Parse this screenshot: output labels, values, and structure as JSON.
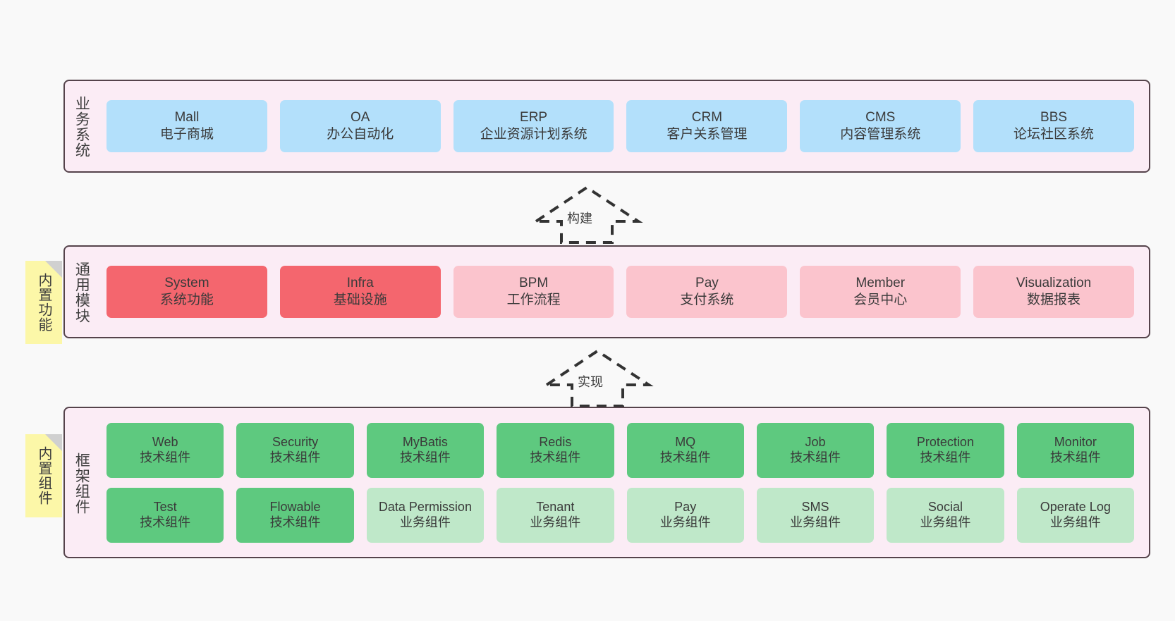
{
  "diagram": {
    "background": "#f9f9f9",
    "panel_bg": "#fbecf5",
    "panel_border": "#55434b"
  },
  "business_layer": {
    "title": "业务系统",
    "color": "#b3e0fb",
    "cards": [
      {
        "en": "Mall",
        "cn": "电子商城"
      },
      {
        "en": "OA",
        "cn": "办公自动化"
      },
      {
        "en": "ERP",
        "cn": "企业资源计划系统"
      },
      {
        "en": "CRM",
        "cn": "客户关系管理"
      },
      {
        "en": "CMS",
        "cn": "内容管理系统"
      },
      {
        "en": "BBS",
        "cn": "论坛社区系统"
      }
    ]
  },
  "arrow_build": {
    "label": "构建"
  },
  "arrow_impl": {
    "label": "实现"
  },
  "note_function": {
    "label": "内置功能",
    "color": "#fcf7a8"
  },
  "note_component": {
    "label": "内置组件",
    "color": "#fcf7a8"
  },
  "common_layer": {
    "title": "通用模块",
    "strong_color": "#f4666e",
    "soft_color": "#fbc4cd",
    "cards": [
      {
        "en": "System",
        "cn": "系统功能",
        "style": "strong"
      },
      {
        "en": "Infra",
        "cn": "基础设施",
        "style": "strong"
      },
      {
        "en": "BPM",
        "cn": "工作流程",
        "style": "soft"
      },
      {
        "en": "Pay",
        "cn": "支付系统",
        "style": "soft"
      },
      {
        "en": "Member",
        "cn": "会员中心",
        "style": "soft"
      },
      {
        "en": "Visualization",
        "cn": "数据报表",
        "style": "soft"
      }
    ]
  },
  "framework_layer": {
    "title": "框架组件",
    "tech_color": "#5ec97f",
    "biz_color": "#bfe8c9",
    "row1": [
      {
        "en": "Web",
        "cn": "技术组件"
      },
      {
        "en": "Security",
        "cn": "技术组件"
      },
      {
        "en": "MyBatis",
        "cn": "技术组件"
      },
      {
        "en": "Redis",
        "cn": "技术组件"
      },
      {
        "en": "MQ",
        "cn": "技术组件"
      },
      {
        "en": "Job",
        "cn": "技术组件"
      },
      {
        "en": "Protection",
        "cn": "技术组件"
      },
      {
        "en": "Monitor",
        "cn": "技术组件"
      }
    ],
    "row2": [
      {
        "en": "Test",
        "cn": "技术组件",
        "style": "tech"
      },
      {
        "en": "Flowable",
        "cn": "技术组件",
        "style": "tech"
      },
      {
        "en": "Data Permission",
        "cn": "业务组件",
        "style": "biz"
      },
      {
        "en": "Tenant",
        "cn": "业务组件",
        "style": "biz"
      },
      {
        "en": "Pay",
        "cn": "业务组件",
        "style": "biz"
      },
      {
        "en": "SMS",
        "cn": "业务组件",
        "style": "biz"
      },
      {
        "en": "Social",
        "cn": "业务组件",
        "style": "biz"
      },
      {
        "en": "Operate Log",
        "cn": "业务组件",
        "style": "biz"
      }
    ]
  }
}
